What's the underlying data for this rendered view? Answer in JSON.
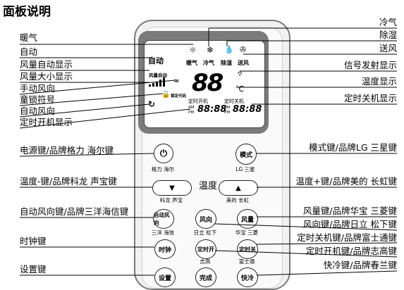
{
  "title": "面板说明",
  "left_labels": [
    "暖气",
    "自动",
    "风量自动显示",
    "风量大小显示",
    "手动风向",
    "童锁符号",
    "自动风向",
    "定时开机显示",
    "电源键/品牌格力 海尔键",
    "温度-键/品牌科龙 声宝键",
    "自动风向键/品牌三洋海信键",
    "时钟键",
    "设置键"
  ],
  "right_labels": [
    "冷气",
    "除湿",
    "送风",
    "信号发射显示",
    "温度显示",
    "定时关机显示",
    "模式键/品牌LG 三星键",
    "温度+键/品牌美的 长虹键",
    "风量键/品牌华宝 三菱键",
    "风向键/品牌日立 松下键",
    "定时关机键/品牌富士通键",
    "定时开机键/品牌志高键",
    "快冷键/品牌春兰键"
  ],
  "lcd": {
    "auto": "自动",
    "modes": [
      "暖气",
      "冷气",
      "除湿",
      "送风"
    ],
    "fan_auto": "风量自动",
    "temp": "88",
    "unit": "℃",
    "timer_on": "定时开机",
    "timer_off": "定时关机",
    "am": "AM",
    "pm": "PM",
    "time_on": "88:88",
    "time_off": "88:88",
    "lock_text": "锁定代码"
  },
  "buttons": {
    "power_sub": "格力 海尔",
    "mode": "模式",
    "mode_sub": "LG 三星",
    "temp_label": "温度",
    "temp_minus_sub": "科龙 声宝",
    "temp_plus_sub": "美的 长虹",
    "auto_swing": "自动风向",
    "auto_swing_sub": "三洋 海信",
    "swing": "风向",
    "swing_sub": "日立 松下",
    "fan": "风量",
    "fan_sub": "华宝 三菱",
    "clock": "时钟",
    "timer_on": "定时开",
    "timer_on_sub": "志高",
    "timer_off": "定时关",
    "timer_off_sub": "富士通",
    "set": "设置",
    "done": "完成",
    "quick": "快冷"
  },
  "colors": {
    "screen": "#7b7b7b",
    "line": "#000000"
  }
}
